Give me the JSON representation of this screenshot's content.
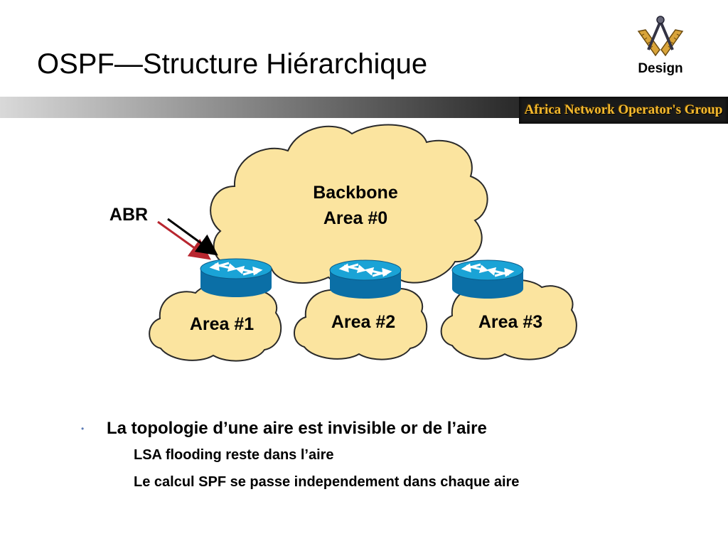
{
  "slide": {
    "title": "OSPF—Structure Hiérarchique",
    "logo_label": "Design",
    "banner_text": "Africa Network Operator's Group"
  },
  "diagram": {
    "backbone_line1": "Backbone",
    "backbone_line2": "Area #0",
    "abr_label": "ABR",
    "areas": [
      "Area #1",
      "Area #2",
      "Area #3"
    ]
  },
  "bullets": {
    "main": "La topologie d’une aire est invisible or de l’aire",
    "subs": [
      "LSA flooding reste dans l’aire",
      "Le calcul SPF se passe independement dans chaque aire"
    ],
    "bullet_glyph": "•"
  },
  "colors": {
    "cloud_fill": "#fbe49f",
    "cloud_stroke": "#2a2a2a",
    "router_top": "#1aa3d6",
    "router_side": "#0b6fa6",
    "arrow_red": "#b8262f",
    "arrow_black": "#000000"
  }
}
